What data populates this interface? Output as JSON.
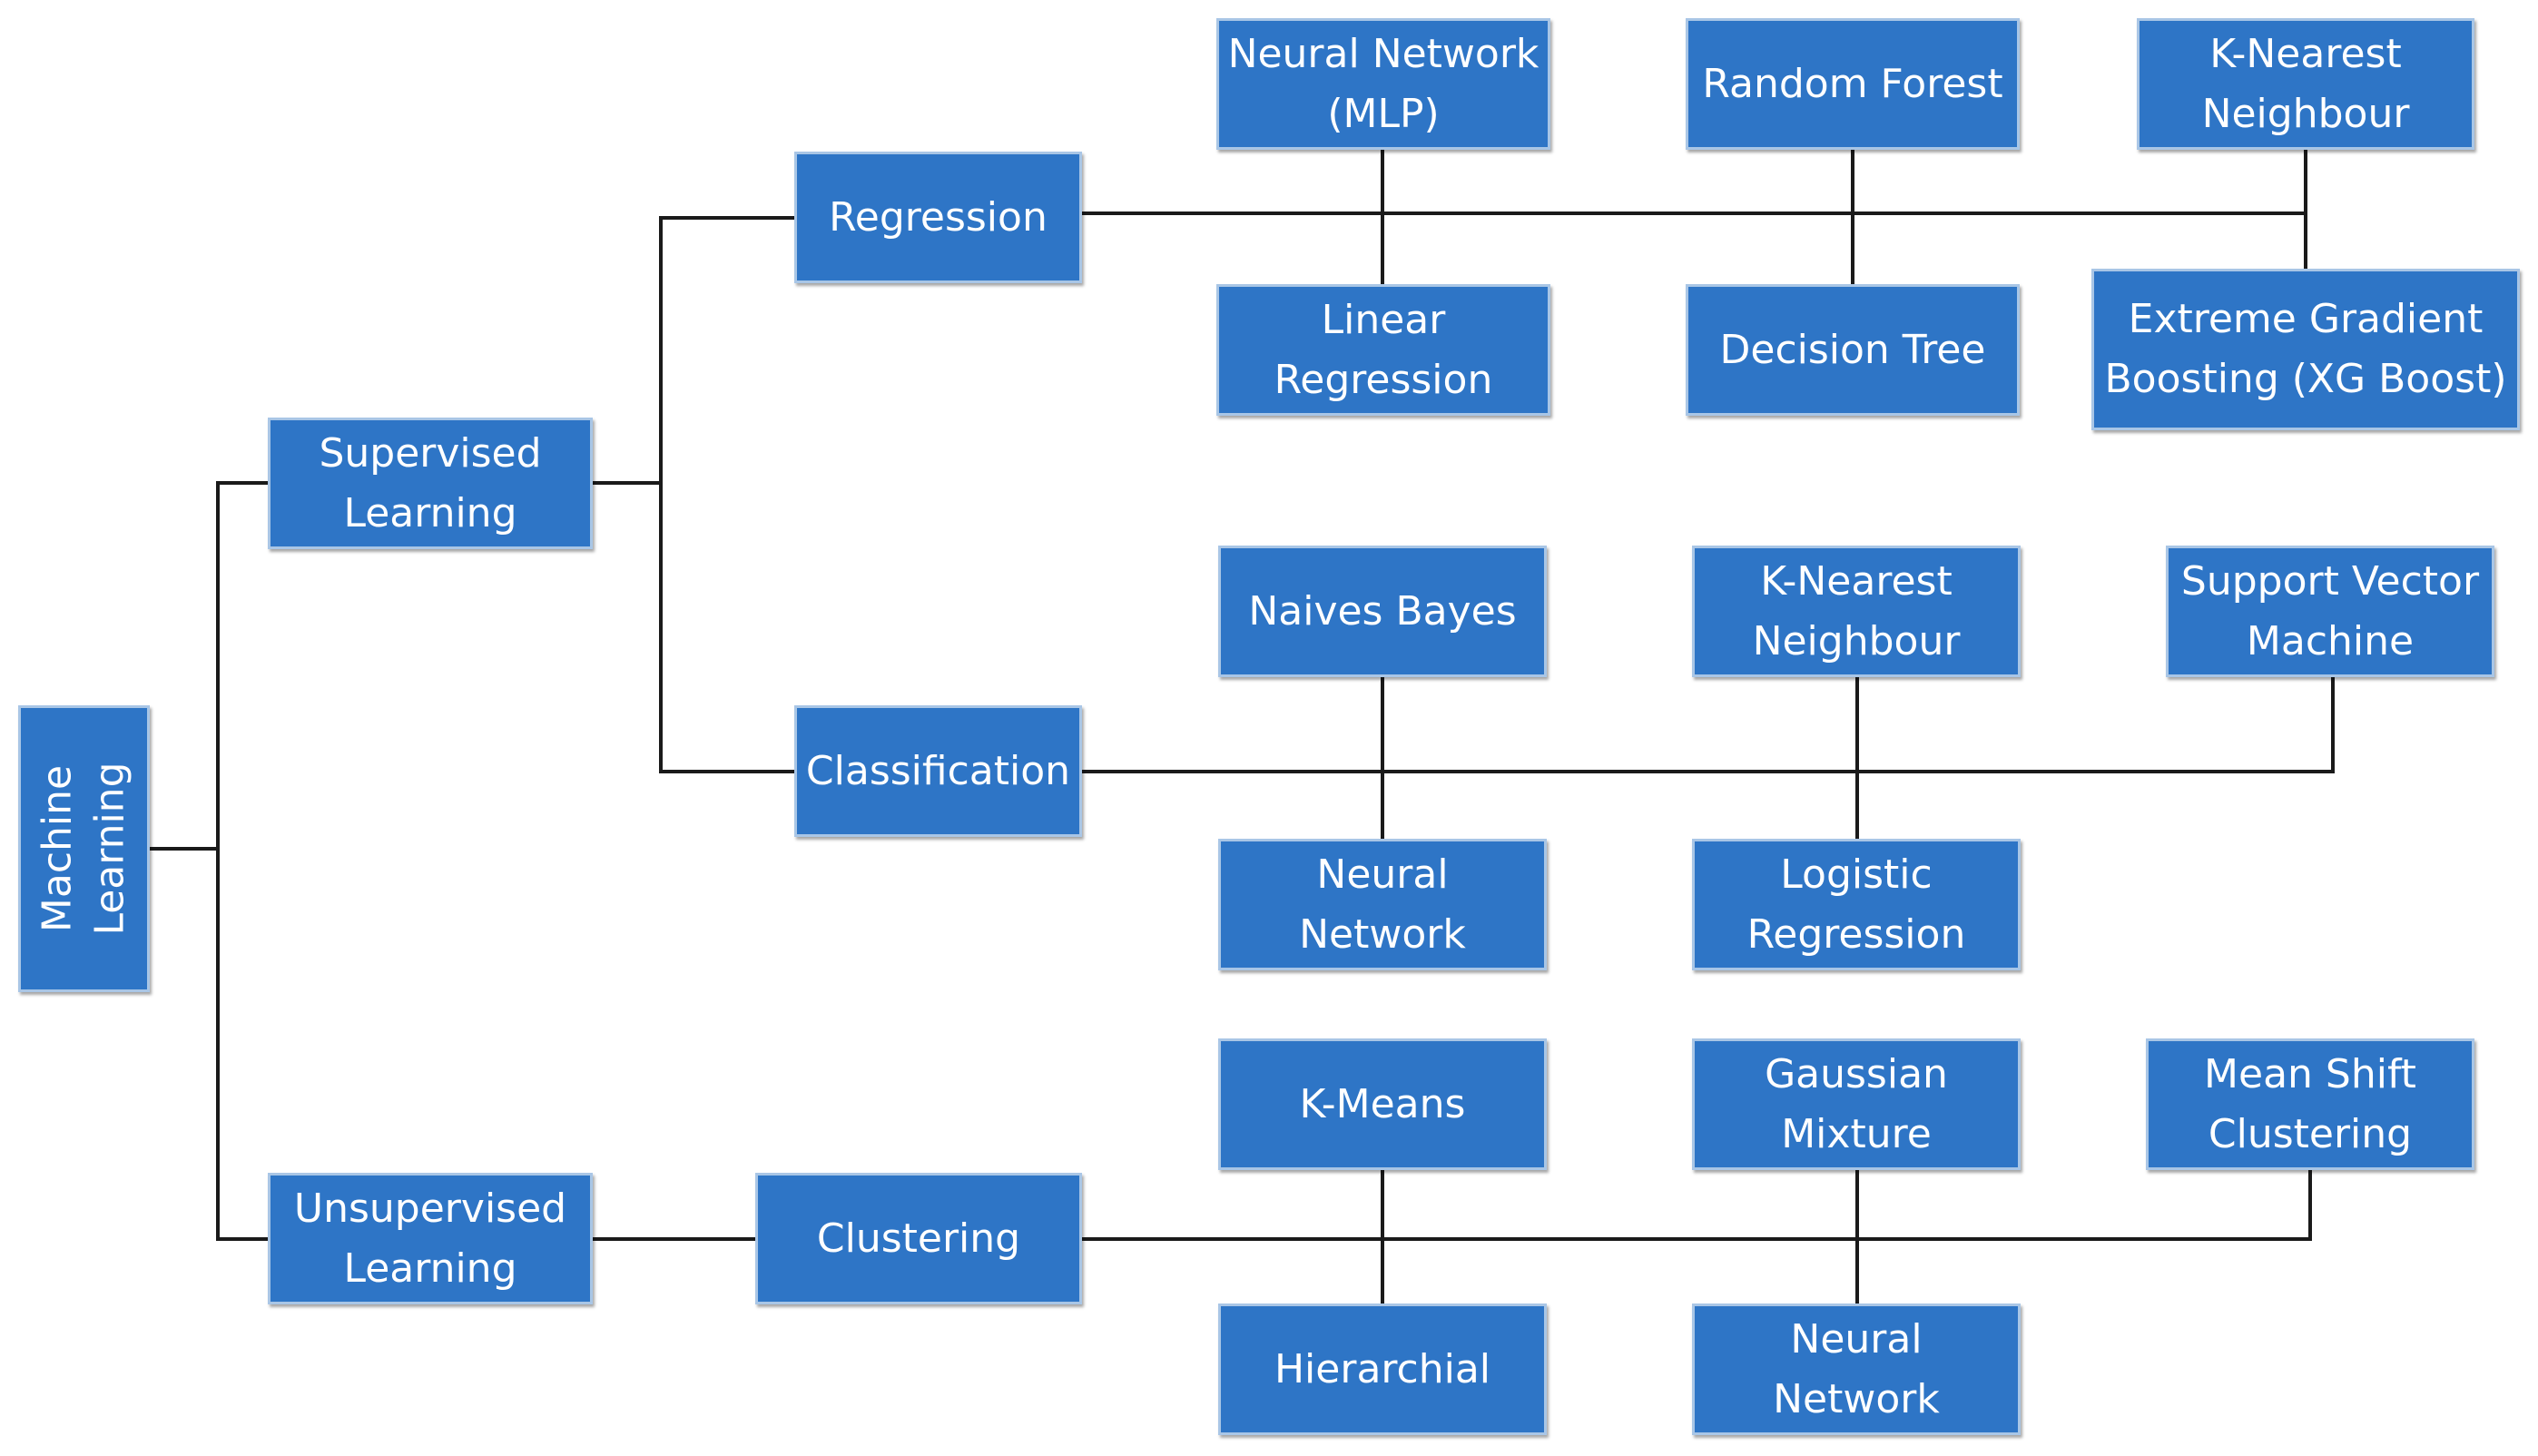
{
  "nodes": {
    "ml": {
      "label": "Machine\nLearning"
    },
    "supervised": {
      "label": "Supervised\nLearning"
    },
    "unsupervised": {
      "label": "Unsupervised\nLearning"
    },
    "regression": {
      "label": "Regression"
    },
    "classification": {
      "label": "Classification"
    },
    "clustering": {
      "label": "Clustering"
    },
    "nn_mlp": {
      "label": "Neural Network\n(MLP)"
    },
    "random_forest": {
      "label": "Random Forest"
    },
    "knn_reg": {
      "label": "K-Nearest\nNeighbour"
    },
    "linear_regression": {
      "label": "Linear\nRegression"
    },
    "decision_tree": {
      "label": "Decision Tree"
    },
    "xgboost": {
      "label": "Extreme Gradient\nBoosting (XG Boost)"
    },
    "naive_bayes": {
      "label": "Naives Bayes"
    },
    "knn_cls": {
      "label": "K-Nearest\nNeighbour"
    },
    "svm": {
      "label": "Support Vector\nMachine"
    },
    "nn_cls": {
      "label": "Neural\nNetwork"
    },
    "logistic_regression": {
      "label": "Logistic\nRegression"
    },
    "kmeans": {
      "label": "K-Means"
    },
    "gaussian_mixture": {
      "label": "Gaussian\nMixture"
    },
    "mean_shift": {
      "label": "Mean Shift\nClustering"
    },
    "hierarchial": {
      "label": "Hierarchial"
    },
    "nn_clu": {
      "label": "Neural\nNetwork"
    }
  },
  "colors": {
    "box_fill": "#2E75C6",
    "box_border": "#A9C6E6",
    "text": "#FFFFFF",
    "line": "#1A1A1A"
  }
}
